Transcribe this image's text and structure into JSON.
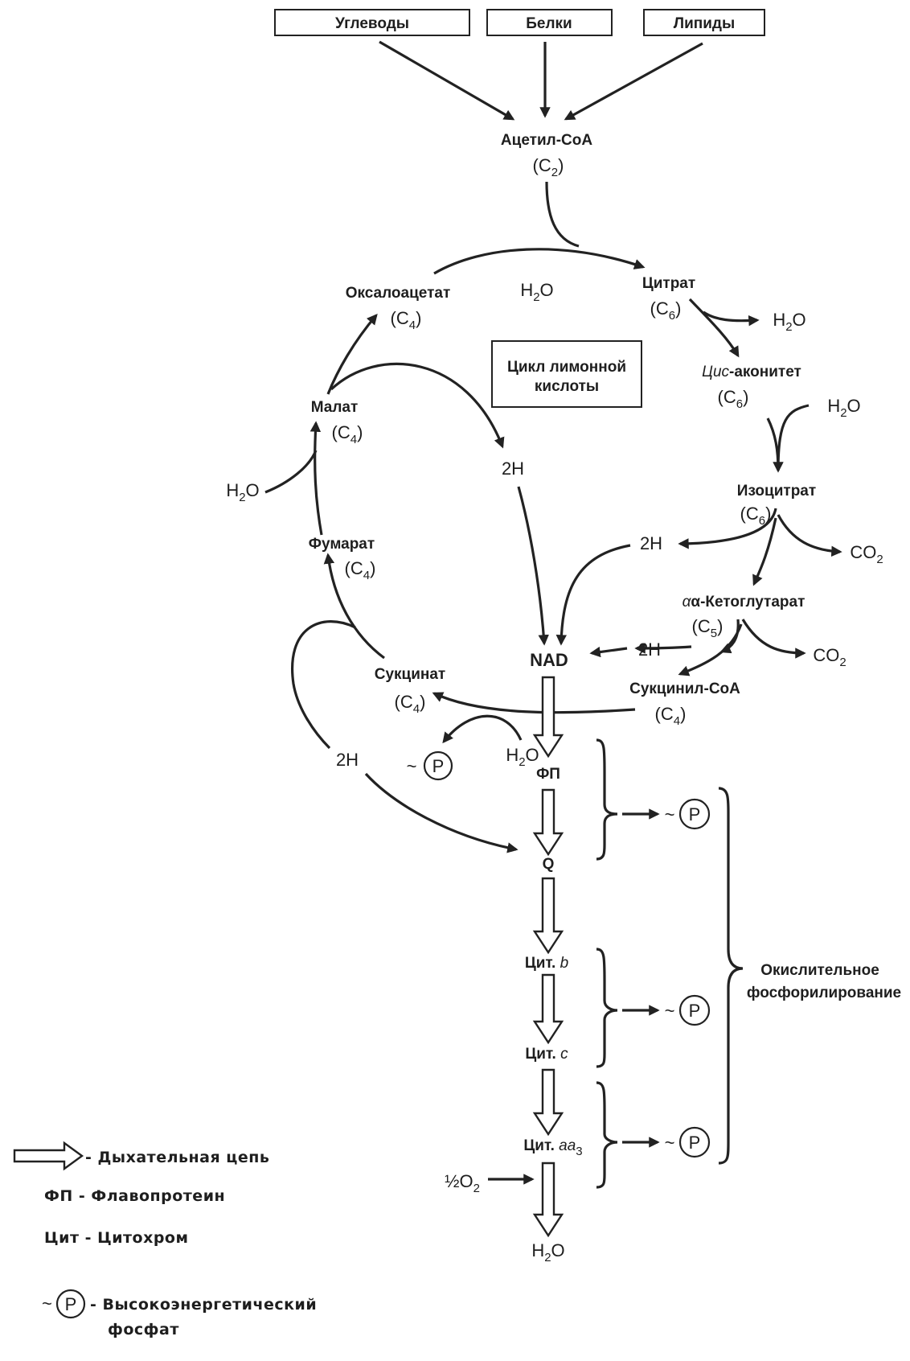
{
  "sources": {
    "carbs": "Углеводы",
    "proteins": "Белки",
    "lipids": "Липиды"
  },
  "metabolites": {
    "acetyl_coa": "Ацетил-CoA",
    "acetyl_coa_c": "C",
    "acetyl_coa_sub": "2",
    "citrate": "Цитрат",
    "cis_aconitate_prefix": "Цис",
    "cis_aconitate_suffix": "-аконитет",
    "isocitrate": "Изоцитрат",
    "alpha_kg": "α-Кетоглутарат",
    "succinyl_coa": "Сукцинил-CoA",
    "succinate": "Сукцинат",
    "fumarate": "Фумарат",
    "malate": "Малат",
    "oxaloacetate": "Оксалоацетат",
    "c6": "6",
    "c5": "5",
    "c4": "4",
    "c": "C"
  },
  "cycle_label_line1": "Цикл лимонной",
  "cycle_label_line2": "кислоты",
  "small": {
    "h2o": "H",
    "h2o_o": "O",
    "h2o_sub": "2",
    "co2": "CO",
    "co2_sub": "2",
    "two_h": "2H",
    "tilde": "~",
    "p": "P",
    "half_o2": "½O"
  },
  "chain": {
    "nad": "NAD",
    "fp": "ФП",
    "q": "Q",
    "cyt_b_prefix": "Цит.",
    "cyt_b": "b",
    "cyt_c_prefix": "Цит.",
    "cyt_c": "c",
    "cyt_aa3_prefix": "Цит.",
    "cyt_aa3": "aa",
    "cyt_aa3_sub": "3",
    "water": "H",
    "water_o": "O"
  },
  "ox_phos_line1": "Окислительное",
  "ox_phos_line2": "фосфорилирование",
  "legend": {
    "resp_chain": "- Дыхательная цепь",
    "fp_label": "ФП - Флавопротеин",
    "cyt_label": "Цит - Цитохром",
    "hep_label": "- Высокоэнергетический",
    "hep_label2": "фосфат"
  },
  "colors": {
    "ink": "#222222",
    "background": "#ffffff"
  }
}
